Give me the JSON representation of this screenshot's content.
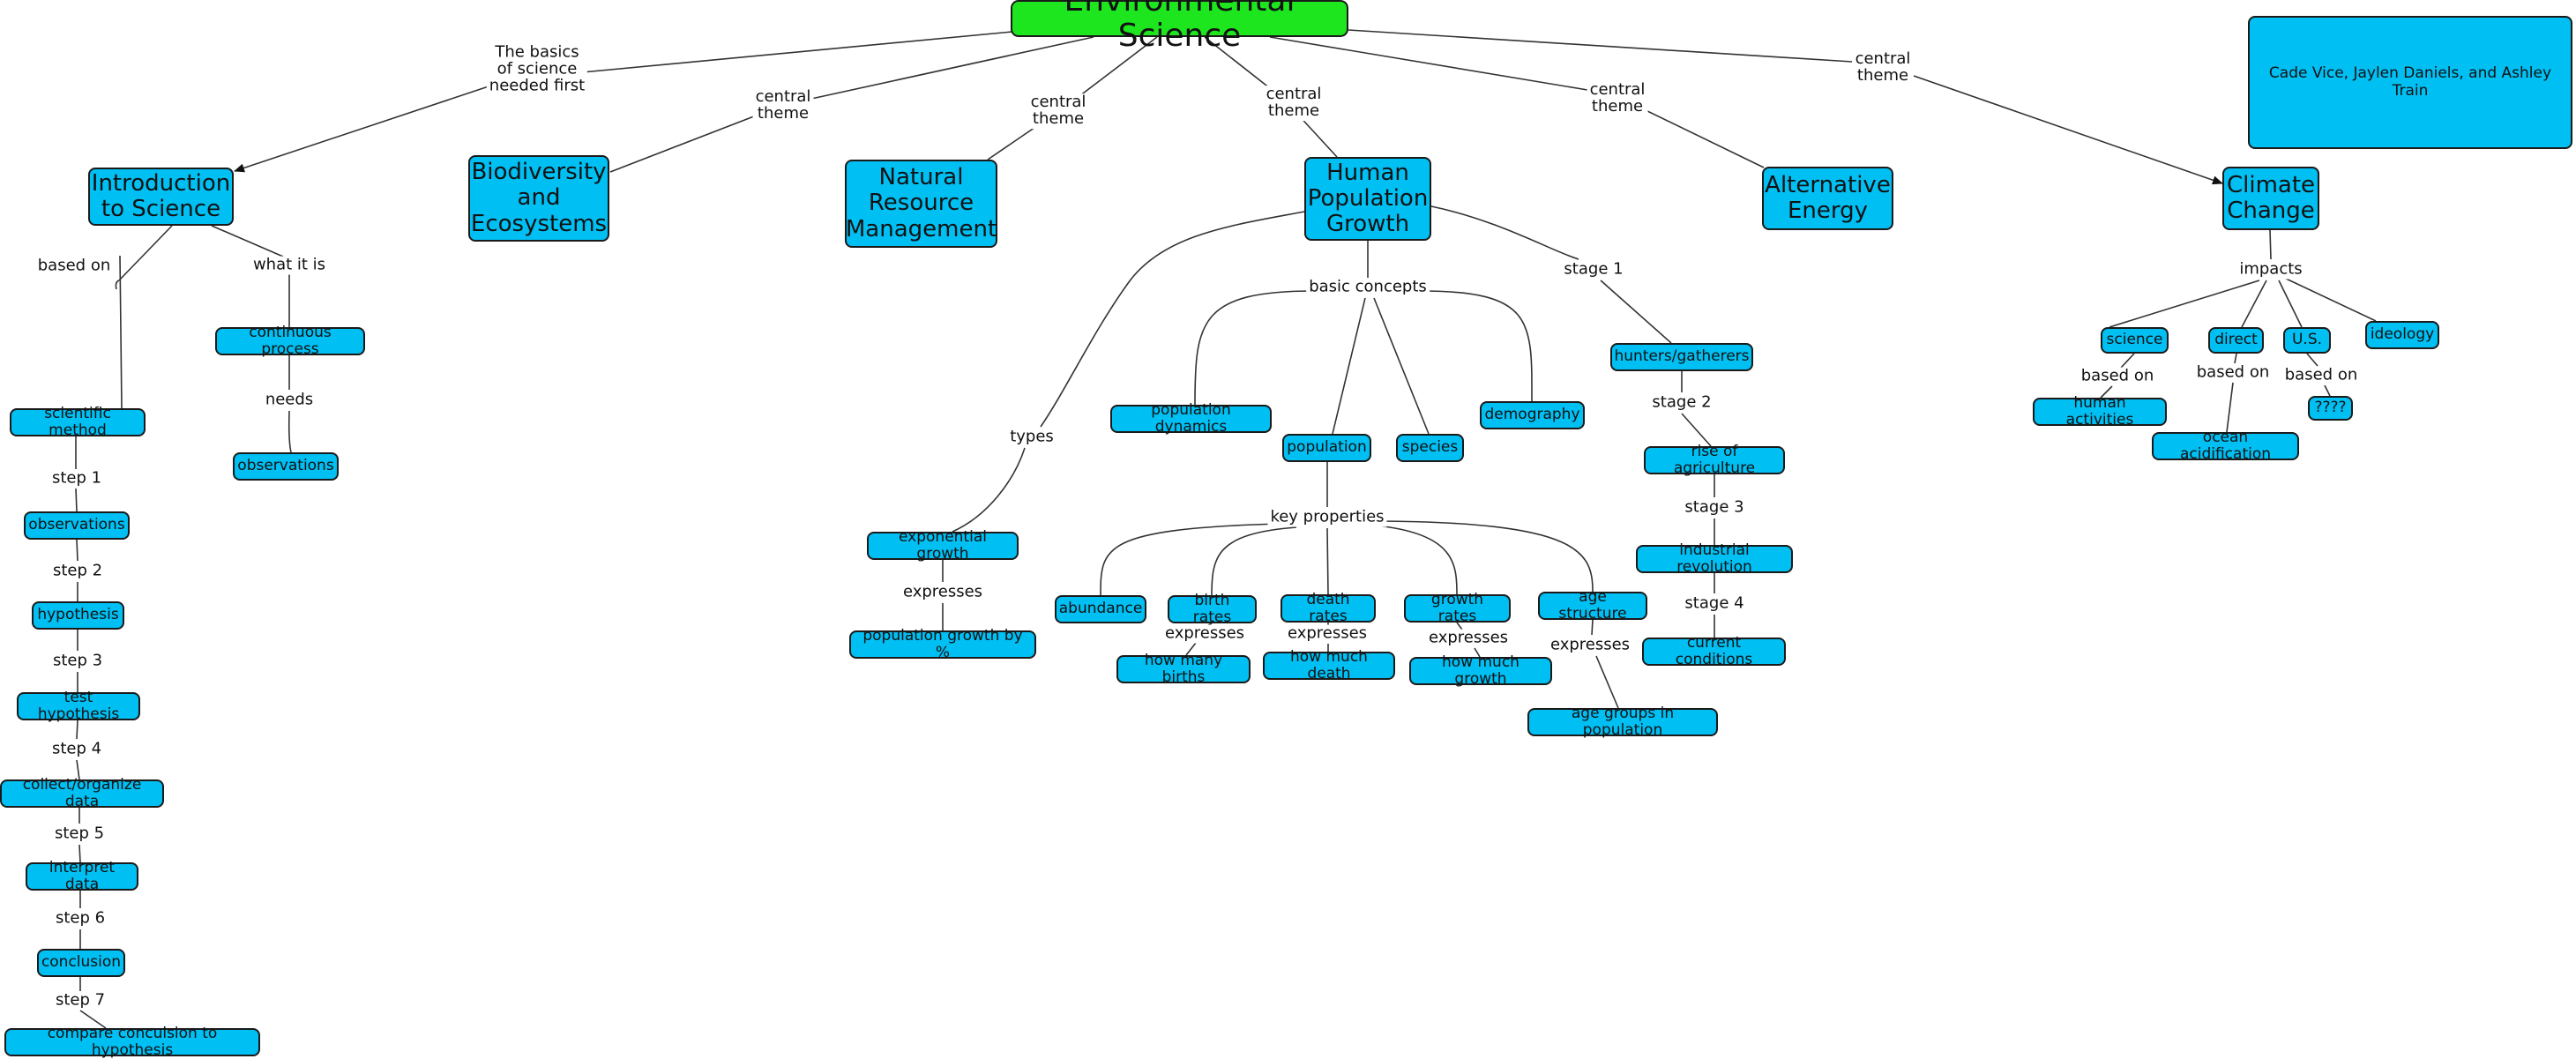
{
  "concept_map": {
    "root": "Environmental Science",
    "credits": "Cade Vice, Jaylen Daniels, and Ashley Train",
    "topics": {
      "intro": "Introduction to Science",
      "biodiversity": "Biodiversity and Ecosystems",
      "natural_resource": "Natural Resource Management",
      "population": "Human Population Growth",
      "alt_energy": "Alternative Energy",
      "climate": "Climate Change"
    },
    "intro_branch": {
      "continuous_process": "continuous process",
      "observations_top": "observations",
      "scientific_method": "scientific method",
      "steps": [
        "observations",
        "hypothesis",
        "test hypothesis",
        "collect/organize data",
        "interpret data",
        "conclusion",
        "compare conculsion to hypothesis"
      ]
    },
    "population_branch": {
      "exponential_growth": "exponential growth",
      "growth_by_percent": "population growth by %",
      "population_dynamics": "population dynamics",
      "population": "population",
      "species": "species",
      "demography": "demography",
      "abundance": "abundance",
      "birth_rates": "birth rates",
      "death_rates": "death rates",
      "growth_rates": "growth rates",
      "age_structure": "age structure",
      "how_many_births": "how many births",
      "how_much_death": "how much death",
      "how_much_growth": "how much growth",
      "age_groups": "age groups in population",
      "hunters_gatherers": "hunters/gatherers",
      "rise_of_agriculture": "rise of agriculture",
      "industrial_revolution": "industrial revolution",
      "current_conditions": "current conditions"
    },
    "climate_branch": {
      "science": "science",
      "direct": "direct",
      "us": "U.S.",
      "ideology": "ideology",
      "human_activities": "human activities",
      "ocean_acidification": "ocean acidification",
      "unknown": "????"
    },
    "links": {
      "basics": "The basics\nof science\nneeded first",
      "central_theme": "central\ntheme",
      "based_on": "based on",
      "what_it_is": "what it is",
      "needs": "needs",
      "steps": [
        "step 1",
        "step 2",
        "step 3",
        "step 4",
        "step 5",
        "step 6",
        "step 7"
      ],
      "types": "types",
      "basic_concepts": "basic concepts",
      "key_properties": "key properties",
      "expresses": "expresses",
      "stage_1": "stage 1",
      "stage_2": "stage 2",
      "stage_3": "stage 3",
      "stage_4": "stage 4",
      "impacts": "impacts"
    },
    "colors": {
      "node_fill": "#00bff3",
      "root_fill": "#1ee61e",
      "outline": "#1a1a1a",
      "link_line": "#333333",
      "label_background": "#ffffff"
    }
  }
}
